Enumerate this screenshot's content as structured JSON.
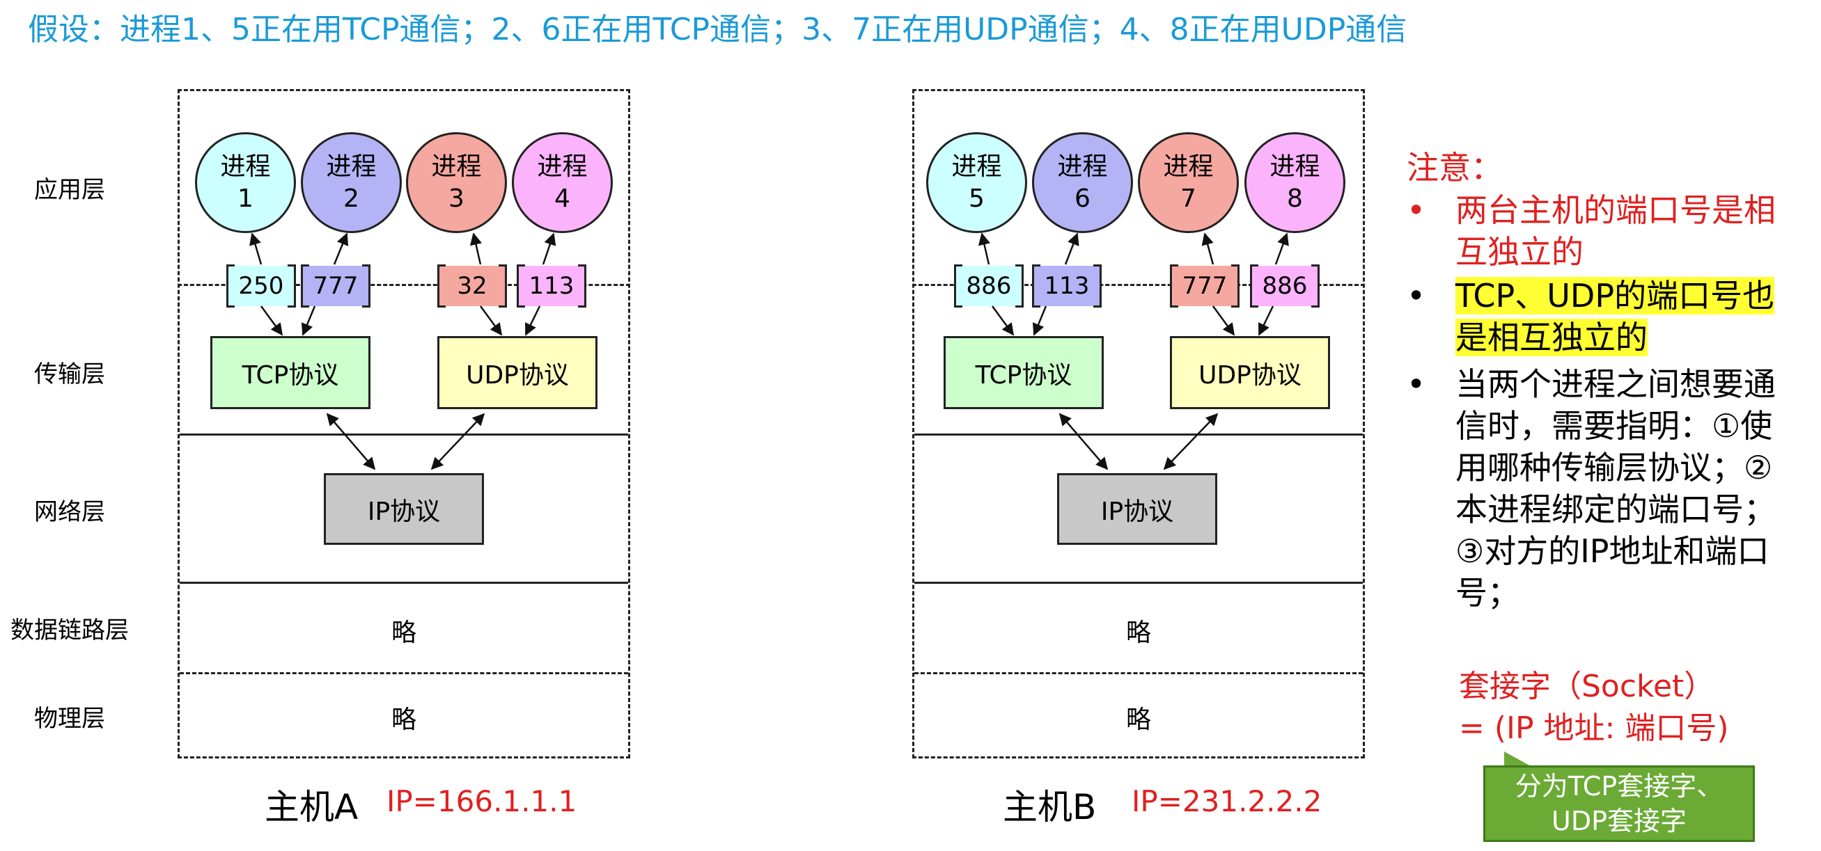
{
  "title": "假设：进程1、5正在用TCP通信；2、6正在用TCP通信；3、7正在用UDP通信；4、8正在用UDP通信",
  "layers": [
    "应用层",
    "传输层",
    "网络层",
    "数据链路层",
    "物理层"
  ],
  "hosts": [
    {
      "name": "主机A",
      "ip": "IP=166.1.1.1",
      "processes": [
        {
          "label": "进程",
          "num": "1",
          "color": "#ccffff"
        },
        {
          "label": "进程",
          "num": "2",
          "color": "#b3b3f5"
        },
        {
          "label": "进程",
          "num": "3",
          "color": "#f5a8a0"
        },
        {
          "label": "进程",
          "num": "4",
          "color": "#fbb3fb"
        }
      ],
      "ports": [
        "250",
        "777",
        "32",
        "113"
      ],
      "tcp": "TCP协议",
      "udp": "UDP协议",
      "ip_proto": "IP协议",
      "datalink": "略",
      "physical": "略"
    },
    {
      "name": "主机B",
      "ip": "IP=231.2.2.2",
      "processes": [
        {
          "label": "进程",
          "num": "5",
          "color": "#ccffff"
        },
        {
          "label": "进程",
          "num": "6",
          "color": "#b3b3f5"
        },
        {
          "label": "进程",
          "num": "7",
          "color": "#f5a8a0"
        },
        {
          "label": "进程",
          "num": "8",
          "color": "#fbb3fb"
        }
      ],
      "ports": [
        "886",
        "113",
        "777",
        "886"
      ],
      "tcp": "TCP协议",
      "udp": "UDP协议",
      "ip_proto": "IP协议",
      "datalink": "略",
      "physical": "略"
    }
  ],
  "colors": {
    "tcp_fill": "#ccffcc",
    "udp_fill": "#ffffc0",
    "ip_fill": "#c8c8c8",
    "port_colors": [
      "#ccffff",
      "#b3b3f5",
      "#f5a8a0",
      "#fbb3fb"
    ]
  },
  "notes": {
    "title": "注意：",
    "items": [
      {
        "bullet": "•",
        "text": "两台主机的端口号是相互独立的",
        "style": "red"
      },
      {
        "bullet": "•",
        "text": "TCP、UDP的端口号也是相互独立的",
        "style": "highlight"
      },
      {
        "bullet": "•",
        "text": "当两个进程之间想要通信时，需要指明：①使用哪种传输层协议；②本进程绑定的端口号；③对方的IP地址和端口号；",
        "style": "normal"
      }
    ],
    "socket_line1": "套接字（Socket）",
    "socket_line2": "= (IP 地址: 端口号)",
    "callout_line1": "分为TCP套接字、",
    "callout_line2": "UDP套接字"
  }
}
